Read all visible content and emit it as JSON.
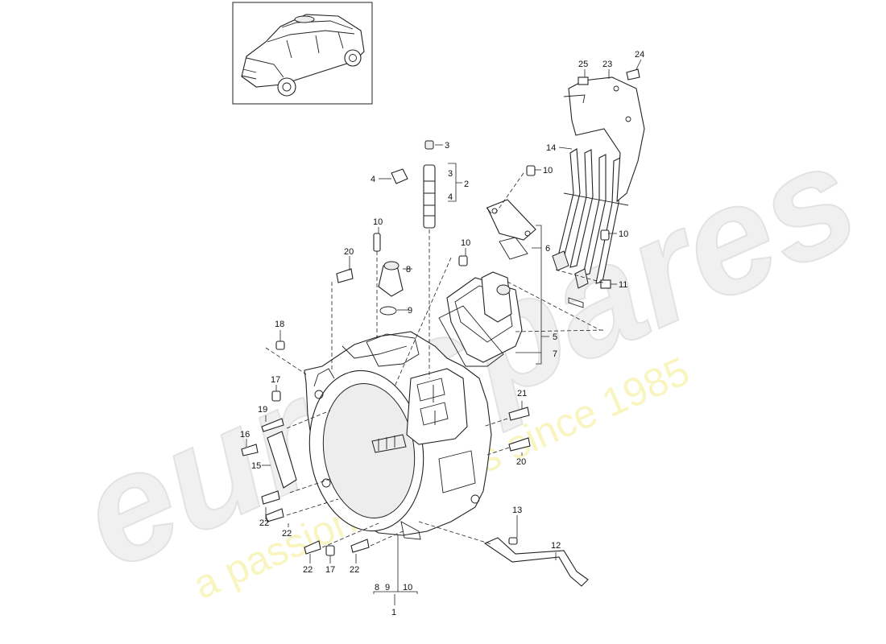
{
  "watermark": {
    "brand": "eurospares",
    "tagline": "a passion for parts since 1985"
  },
  "callouts": {
    "c1": "1",
    "c2": "2",
    "c3a": "3",
    "c3b": "3",
    "c4a": "4",
    "c4b": "4",
    "c5": "5",
    "c6": "6",
    "c7": "7",
    "c8a": "8",
    "c8b": "8",
    "c9a": "9",
    "c9b": "9",
    "c10a": "10",
    "c10b": "10",
    "c10c": "10",
    "c10d": "10",
    "c10e": "10",
    "c11": "11",
    "c12": "12",
    "c13": "13",
    "c14": "14",
    "c15": "15",
    "c16": "16",
    "c17a": "17",
    "c17b": "17",
    "c18": "18",
    "c19": "19",
    "c20a": "20",
    "c20b": "20",
    "c21": "21",
    "c22a": "22",
    "c22b": "22",
    "c22c": "22",
    "c22d": "22",
    "c23": "23",
    "c24": "24",
    "c25": "25"
  }
}
